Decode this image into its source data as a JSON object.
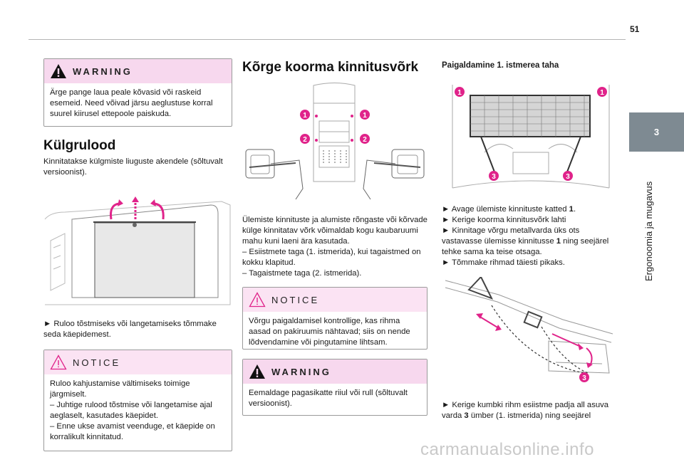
{
  "page": {
    "number": "51"
  },
  "chapter": {
    "number": "3",
    "title": "Ergonoomia ja mugavus"
  },
  "col1": {
    "warning": {
      "label": "WARNING",
      "text": "Ärge pange laua peale kõvasid või raskeid esemeid. Need võivad järsu aeglustuse korral suurel kiirusel ettepoole paiskuda."
    },
    "section_title": "Külgrulood",
    "section_text": "Kinnitatakse külgmiste liuguste akendele (sõltuvalt versioonist).",
    "instruction": "► Ruloo tõstmiseks või langetamiseks tõmmake seda käepidemest.",
    "notice": {
      "label": "NOTICE",
      "lines": [
        "Ruloo kahjustamise vältimiseks toimige järgmiselt.",
        "– Juhtige rulood tõstmise või langetamise ajal aeglaselt, kasutades käepidet.",
        "– Enne ukse avamist veenduge, et käepide on korralikult kinnitatud."
      ]
    }
  },
  "col2": {
    "section_title": "Kõrge koorma kinnitusvõrk",
    "callouts": [
      "1",
      "1",
      "2",
      "2"
    ],
    "text_lines": [
      "Ülemiste kinnituste ja alumiste rõngaste või kõrvade külge kinnitatav võrk võimaldab kogu kaubaruumi mahu kuni laeni ära kasutada.",
      "– Esiistmete taga (1. istmerida), kui tagaistmed on kokku klapitud.",
      "– Tagaistmete taga (2. istmerida)."
    ],
    "notice": {
      "label": "NOTICE",
      "text": "Võrgu paigaldamisel kontrollige, kas rihma aasad on pakiruumis nähtavad; siis on nende lõdvendamine või pingutamine lihtsam."
    },
    "warning": {
      "label": "WARNING",
      "text": "Eemaldage pagasikatte riiul või rull (sõltuvalt versioonist)."
    }
  },
  "col3": {
    "heading": "Paigaldamine 1. istmerea taha",
    "callouts_top": [
      "1",
      "1",
      "3",
      "3"
    ],
    "steps": [
      {
        "pre": "► Avage ülemiste kinnituste katted ",
        "bold": "1",
        "post": "."
      },
      {
        "pre": "► Kerige koorma kinnitusvõrk lahti",
        "bold": "",
        "post": ""
      },
      {
        "pre": "► Kinnitage võrgu metallvarda üks ots vastavasse ülemisse kinnitusse ",
        "bold": "1",
        "post": " ning seejärel tehke sama ka teise otsaga."
      },
      {
        "pre": "► Tõmmake rihmad täiesti pikaks.",
        "bold": "",
        "post": ""
      }
    ],
    "callout_bottom": "3",
    "final": {
      "pre": "► Kerige kumbki rihm esiistme padja all asuva varda ",
      "bold": "3",
      "post": " ümber (1. istmerida) ning seejärel"
    }
  },
  "watermark": "carmanualsonline.info",
  "colors": {
    "accent": "#e0238a",
    "warning_bg": "#f7d8ee",
    "tab": "#7e8a92"
  }
}
